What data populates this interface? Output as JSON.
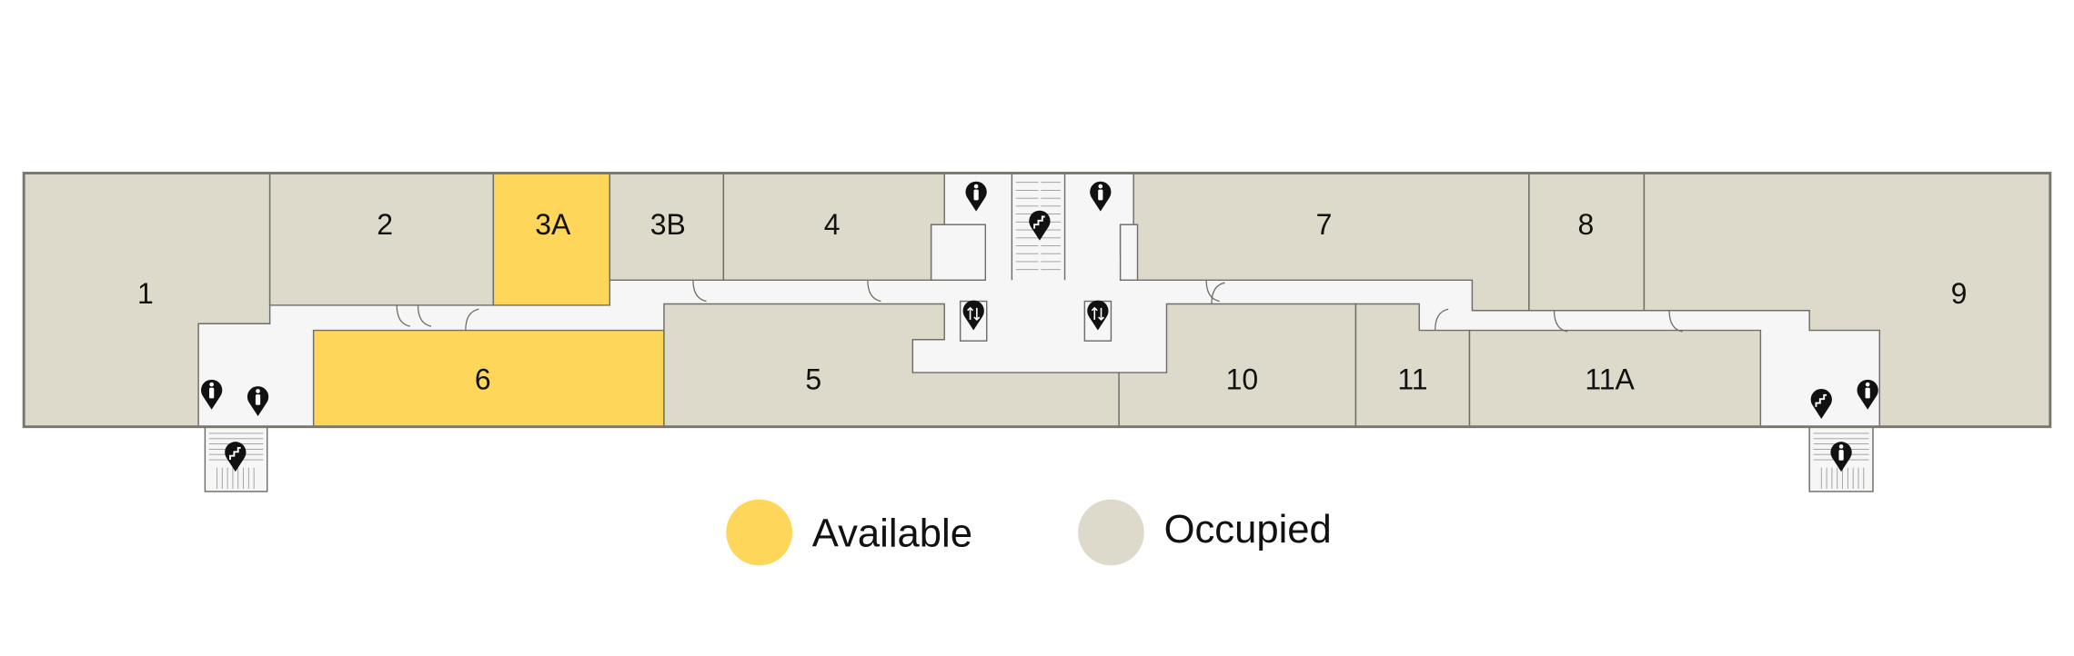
{
  "colors": {
    "available": "#fed65a",
    "occupied": "#dedacb",
    "corridor": "#f6f6f6",
    "wall": "#6f6f68",
    "icon": "#111111"
  },
  "rooms": [
    {
      "id": "1",
      "label": "1",
      "status": "occupied"
    },
    {
      "id": "2",
      "label": "2",
      "status": "occupied"
    },
    {
      "id": "3A",
      "label": "3A",
      "status": "available"
    },
    {
      "id": "3B",
      "label": "3B",
      "status": "occupied"
    },
    {
      "id": "4",
      "label": "4",
      "status": "occupied"
    },
    {
      "id": "7",
      "label": "7",
      "status": "occupied"
    },
    {
      "id": "8",
      "label": "8",
      "status": "occupied"
    },
    {
      "id": "9",
      "label": "9",
      "status": "occupied"
    },
    {
      "id": "6",
      "label": "6",
      "status": "available"
    },
    {
      "id": "5",
      "label": "5",
      "status": "occupied"
    },
    {
      "id": "10",
      "label": "10",
      "status": "occupied"
    },
    {
      "id": "11",
      "label": "11",
      "status": "occupied"
    },
    {
      "id": "11A",
      "label": "11A",
      "status": "occupied"
    }
  ],
  "icons": [
    "restroom-icon",
    "restroom-icon",
    "stairs-icon",
    "elevator-icon",
    "elevator-icon",
    "restroom-icon",
    "restroom-icon",
    "stairs-icon",
    "restroom-icon",
    "restroom-icon",
    "stairs-icon"
  ],
  "legend": [
    {
      "label": "Available",
      "status": "available"
    },
    {
      "label": "Occupied",
      "status": "occupied"
    }
  ]
}
